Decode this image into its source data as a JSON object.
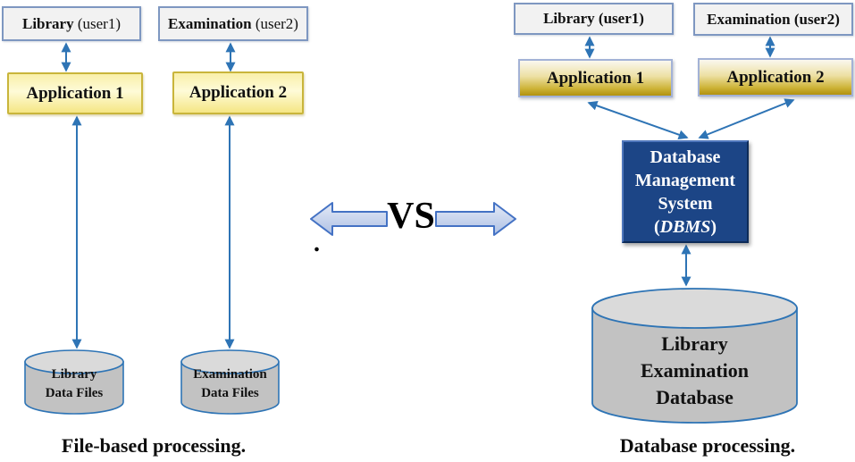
{
  "diagram": {
    "left": {
      "caption": "File-based processing.",
      "users": [
        {
          "name": "Library",
          "role": " (user1)"
        },
        {
          "name": "Examination",
          "role": " (user2)"
        }
      ],
      "apps": [
        "Application 1",
        "Application 2"
      ],
      "stores": [
        {
          "line1": "Library",
          "line2": "Data Files"
        },
        {
          "line1": "Examination",
          "line2": "Data Files"
        }
      ]
    },
    "versus": {
      "label": "VS",
      "dot": "."
    },
    "right": {
      "caption": "Database processing.",
      "users": [
        "Library (user1)",
        "Examination (user2)"
      ],
      "apps": [
        "Application 1",
        "Application 2"
      ],
      "dbms": {
        "line1": "Database",
        "line2": "Management",
        "line3": "System",
        "paren_open": "(",
        "acronym": "DBMS",
        "paren_close": ")"
      },
      "store": {
        "line1": "Library",
        "line2": "Examination",
        "line3": "Database"
      }
    },
    "colors": {
      "connector_blue": "#2E74B5",
      "user_box_fill": "#F2F2F2",
      "user_box_border": "#7E97C1",
      "app_left_fill": "#FBF2B8",
      "app_left_border": "#C9B53B",
      "app_right_gradient_bottom": "#B09110",
      "app_right_border": "#A3B2D6",
      "dbms_fill": "#1C4586",
      "dbms_text": "#FFFFFF",
      "cylinder_body": "#C2C2C2",
      "cylinder_top": "#DADADA",
      "block_arrow_fill": "#C7D2EC",
      "block_arrow_border": "#4472C4"
    }
  }
}
